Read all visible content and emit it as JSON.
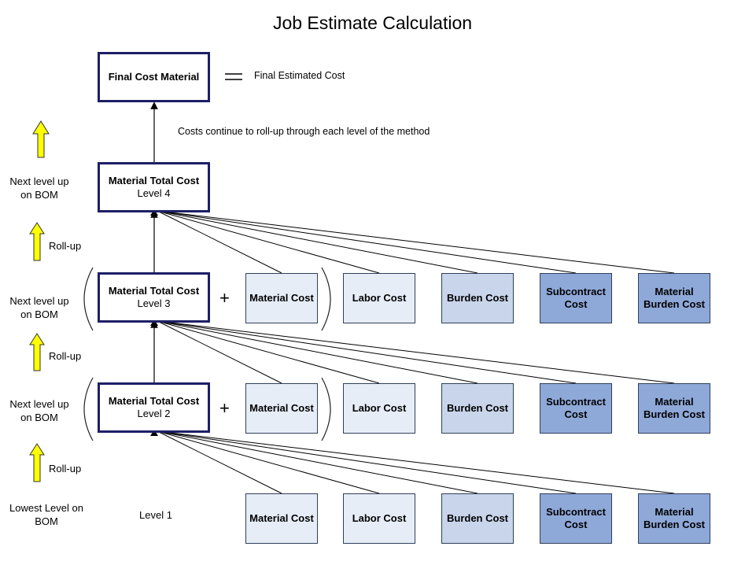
{
  "title": "Job Estimate Calculation",
  "final_box": "Final Cost Material",
  "equals_label": "Final Estimated Cost",
  "rollup_note": "Costs continue to roll-up through each level of the method",
  "levels": [
    {
      "line1": "Material Total Cost",
      "line2": "Level 4"
    },
    {
      "line1": "Material Total Cost",
      "line2": "Level 3"
    },
    {
      "line1": "Material Total Cost",
      "line2": "Level 2"
    }
  ],
  "level1_label": "Level 1",
  "side": {
    "next_level_up": "Next level up on BOM",
    "roll_up": "Roll-up",
    "lowest_level": "Lowest Level on BOM"
  },
  "plus": "+",
  "cost_boxes": [
    {
      "label": "Material Cost",
      "color": "#e6edf7"
    },
    {
      "label": "Labor Cost",
      "color": "#e6edf7"
    },
    {
      "label": "Burden Cost",
      "color": "#c8d5ea"
    },
    {
      "label": "Subcontract Cost",
      "color": "#8ea8d8"
    },
    {
      "label": "Material Burden Cost",
      "color": "#8ea8d8"
    }
  ],
  "colors": {
    "main_border": "#1d1f66",
    "arrow_yellow": "#ffff00"
  }
}
